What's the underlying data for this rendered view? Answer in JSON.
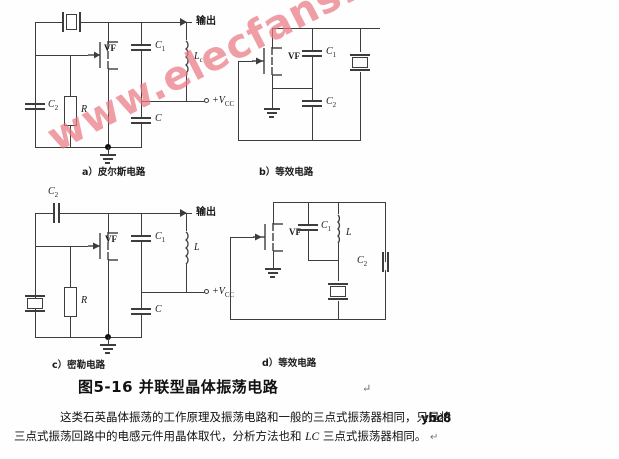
{
  "document": {
    "figure_caption": "图5-16  并联型晶体振荡电路",
    "caption_pilcrow": "↵",
    "paragraph_line1": "这类石英晶体振荡的工作原理及振荡电路和一般的三点式振荡器相同，只是将",
    "paragraph_line2_a": "三点式振荡回路中的电感元件用晶体取代，分析方法也和 ",
    "paragraph_line2_italic": "LC",
    "paragraph_line2_b": " 三点式振荡器相同。",
    "paragraph_pilcrow": "↵"
  },
  "watermarks": {
    "main": "www.elecfans.com",
    "main_color": "#e97882",
    "overlay": "ybc8"
  },
  "circuits": [
    {
      "id": "a",
      "caption": "a）皮尔斯电路",
      "labels": {
        "transistor": "VF",
        "cap1": "C",
        "cap1_sub": "1",
        "cap2": "C",
        "cap2_sub": "2",
        "cap3": "C",
        "resistor": "R",
        "inductor": "L",
        "inductor_sub": "c",
        "output": "输出",
        "supply": "+V",
        "supply_sub": "CC"
      }
    },
    {
      "id": "b",
      "caption": "b）等效电路",
      "labels": {
        "transistor": "VF",
        "cap1": "C",
        "cap1_sub": "1",
        "cap2": "C",
        "cap2_sub": "2"
      }
    },
    {
      "id": "c",
      "caption": "c）密勒电路",
      "labels": {
        "transistor": "VF",
        "cap1": "C",
        "cap1_sub": "1",
        "cap2": "C",
        "cap2_sub": "2",
        "cap3": "C",
        "resistor": "R",
        "inductor": "L",
        "output": "输出",
        "supply": "+V",
        "supply_sub": "CC"
      }
    },
    {
      "id": "d",
      "caption": "d）等效电路",
      "labels": {
        "transistor": "VF",
        "cap1": "C",
        "cap1_sub": "1",
        "cap2": "C",
        "cap2_sub": "2",
        "inductor": "L"
      }
    }
  ],
  "colors": {
    "wire": "#3d3d3d",
    "text": "#1a1a1a",
    "background": "#fefefe"
  }
}
